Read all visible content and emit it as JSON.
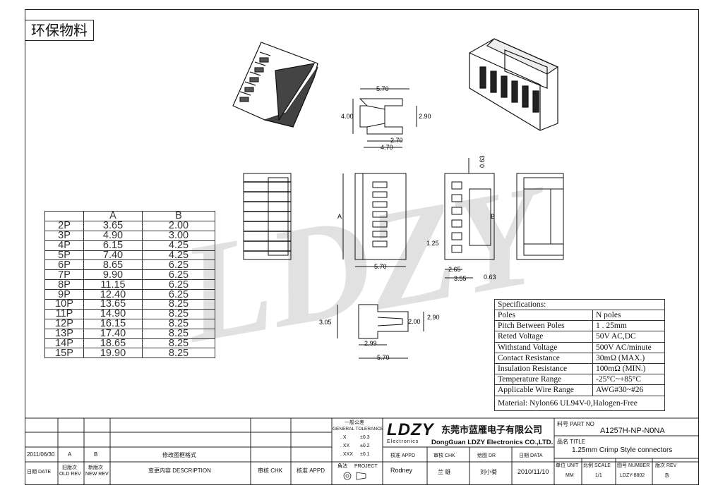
{
  "header": {
    "stamp": "环保物料"
  },
  "watermark": "LDZY",
  "dimensions": {
    "top_width": "5.70",
    "top_height_left": "4.00",
    "top_height_right": "2.90",
    "top_bottom_1": "2.70",
    "top_bottom_2": "4.70",
    "front_width": "5.70",
    "front_a": "A",
    "side_top": "0.63",
    "side_b": "B",
    "side_125": "1.25",
    "side_265": "2.65",
    "side_355": "3.55",
    "side_063": "0.63",
    "bot_305": "3.05",
    "bot_200": "2.00",
    "bot_290": "2.90",
    "bot_299": "2.99",
    "bot_570": "5.70"
  },
  "pole_table": {
    "headers": [
      "",
      "A",
      "B"
    ],
    "rows": [
      [
        "2P",
        "3.65",
        "2.00"
      ],
      [
        "3P",
        "4.90",
        "3.00"
      ],
      [
        "4P",
        "6.15",
        "4.25"
      ],
      [
        "5P",
        "7.40",
        "4.25"
      ],
      [
        "6P",
        "8.65",
        "6.25"
      ],
      [
        "7P",
        "9.90",
        "6.25"
      ],
      [
        "8P",
        "11.15",
        "6.25"
      ],
      [
        "9P",
        "12.40",
        "6.25"
      ],
      [
        "10P",
        "13.65",
        "8.25"
      ],
      [
        "11P",
        "14.90",
        "8.25"
      ],
      [
        "12P",
        "16.15",
        "8.25"
      ],
      [
        "13P",
        "17.40",
        "8.25"
      ],
      [
        "14P",
        "18.65",
        "8.25"
      ],
      [
        "15P",
        "19.90",
        "8.25"
      ]
    ]
  },
  "specifications": {
    "title": "Specifications:",
    "rows": [
      [
        "Poles",
        "N poles"
      ],
      [
        "Pitch Between Poles",
        "1 . 25mm"
      ],
      [
        "Reted Voltage",
        "50V AC,DC"
      ],
      [
        "Withstand Voltage",
        "500V AC/minute"
      ],
      [
        "Contact Resistance",
        "30mΩ (MAX.)"
      ],
      [
        "Insulation Resistance",
        "100mΩ (MIN.)"
      ],
      [
        "Temperature Range",
        "-25°C~+85°C"
      ],
      [
        "Applicable Wire Range",
        "AWG#30~#26"
      ]
    ],
    "material": "Material: Nylon66 UL94V-0,Halogen-Free"
  },
  "title_block": {
    "rev_date": "2011/06/30",
    "old_rev": "A",
    "new_rev": "B",
    "rev_desc": "修改图框格式",
    "h_date": "日期 DATE",
    "h_old": "旧版次",
    "h_old2": "OLD REV",
    "h_new": "新版次",
    "h_new2": "NEW REV",
    "h_desc": "变更内容 DESCRIPTION",
    "h_chk": "审核 CHK",
    "h_appd": "核准 APPD",
    "tol_title": "一般公差",
    "tol_sub": "GENERAL TOLERANCE",
    "tol_rows": [
      [
        ". X",
        "±0.3"
      ],
      [
        ". XX",
        "±0.2"
      ],
      [
        ". XXX",
        "±0.1"
      ]
    ],
    "proj_h": "角法",
    "proj_h2": "PROJECT",
    "logo": "LDZY",
    "logo_sub": "Electronics",
    "company_cn": "东莞市蓝雁电子有限公司",
    "company_en": "DongGuan LDZY Electronics CO.,LTD.",
    "appd_h": "核准 APPD",
    "chk_h": "审核 CHK",
    "dr_h": "绘图 DR",
    "date_h": "日期 DATA",
    "appd": "Rodney",
    "chk": "兰 雄",
    "dr": "刘小菊",
    "date": "2010/11/10",
    "part_no_h": "料号 PART NO",
    "part_no": "A1257H-NP-N0NA",
    "title_h": "品名 TITLE",
    "title": "1.25mm Crimp Style connectors",
    "unit_h": "单位 UNIT",
    "unit": "MM",
    "scale_h": "比例 SCALE",
    "scale": "1/1",
    "number_h": "图号 NUMBER",
    "number": "LDZY-8802",
    "rev_h": "版次 REV",
    "rev": "B"
  }
}
